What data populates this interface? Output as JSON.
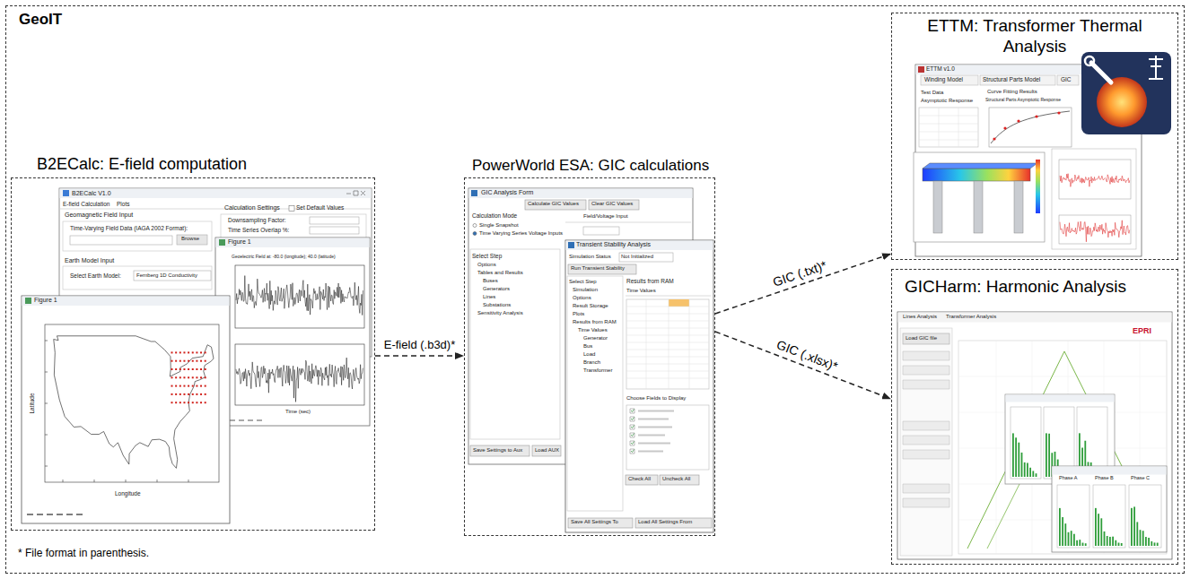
{
  "diagram": {
    "nodes": [
      {
        "text": [
          "GeoIT",
          "* File format in parenthesis."
        ]
      },
      {
        "text": [
          "B2ECalc: E-field computation"
        ],
        "in": 0
      },
      {
        "text": [
          "PowerWorld ESA: GIC calculations"
        ],
        "in": 0
      },
      {
        "text": [
          "ETTM: Transformer Thermal Analysis"
        ],
        "in": 0
      },
      {
        "text": [
          "GICHarm: Harmonic Analysis"
        ],
        "in": 0
      }
    ],
    "edges": [
      {
        "from": 1,
        "to": 2,
        "arrow": "to",
        "label": "E-field (.b3d)*"
      },
      {
        "from": 2,
        "to": 3,
        "arrow": "to",
        "label": "GIC (.txt)*"
      },
      {
        "from": 2,
        "to": 4,
        "arrow": "to",
        "label": "GIC (.xlsx)*"
      }
    ],
    "labels": [
      "B2ECalc V1.0",
      "E-field Calculation",
      "Plots",
      "Geomagnetic Field Input",
      "Time-Varying Field Data (IAGA 2002 Format):",
      "Browse",
      "Calculation Settings",
      "Set Default Values",
      "Downsampling Factor:",
      "Time Series Overlap %:",
      "Earth Model Input",
      "Select Earth Model:",
      "Fernberg 1D Conductivity",
      "Figure 1",
      "Longitude",
      "Latitude",
      "Figure 1",
      "Geoelectric Field at: -80.0 (longitude); 40.0 (latitude)",
      "Time (sec)",
      "GIC Analysis Form",
      "Calculate GIC Values",
      "Clear GIC Values",
      "Calculation Mode",
      "Single Snapshot",
      "Time Varying Series Voltage Inputs",
      "Field/Voltage Input",
      "Select Step",
      "Options",
      "Tables and Results",
      "Buses",
      "Generators",
      "Lines",
      "Substations",
      "Sensitivity Analysis",
      "Save Settings to Aux",
      "Load AUX",
      "Transient Stability Analysis",
      "Simulation Status",
      "Not Initialized",
      "Run Transient Stability",
      "Select Step",
      "Simulation",
      "Options",
      "Result Storage",
      "Plots",
      "Results from RAM",
      "Time Values",
      "Generator",
      "Bus",
      "Load",
      "Branch",
      "Transformer",
      "Results from RAM",
      "Time Values",
      "Choose Fields to Display",
      "Check All",
      "Uncheck All",
      "Save All Settings To",
      "Load All Settings From",
      "ETTM v1.0",
      "Winding Model",
      "Structural Parts Model",
      "GIC",
      "Test Data",
      "Asymptotic Response",
      "Structural Parts Asymptotic Response",
      "Curve Fitting Results",
      "Lines Analysis",
      "Transformer Analysis",
      "EPRI",
      "Load GIC file",
      "Phase A",
      "Phase B",
      "Phase C"
    ]
  }
}
